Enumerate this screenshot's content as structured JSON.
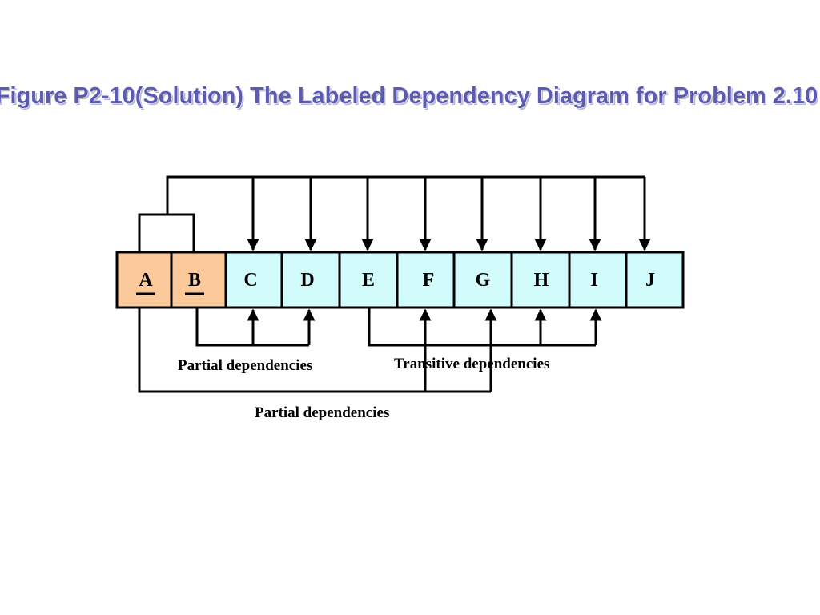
{
  "title": "Figure P2-10(Solution)  The Labeled Dependency Diagram for Problem 2.10",
  "attributes": [
    {
      "label": "A",
      "key": true
    },
    {
      "label": "B",
      "key": true
    },
    {
      "label": "C",
      "key": false
    },
    {
      "label": "D",
      "key": false
    },
    {
      "label": "E",
      "key": false
    },
    {
      "label": "F",
      "key": false
    },
    {
      "label": "G",
      "key": false
    },
    {
      "label": "H",
      "key": false
    },
    {
      "label": "I",
      "key": false
    },
    {
      "label": "J",
      "key": false
    }
  ],
  "dependency_labels": {
    "partial_upper": "Partial dependencies",
    "transitive": "Transitive dependencies",
    "partial_lower": "Partial dependencies"
  },
  "colors": {
    "key_fill": "#fcca9a",
    "nonkey_fill": "#d2fcfc",
    "title": "#5b5bb3"
  }
}
